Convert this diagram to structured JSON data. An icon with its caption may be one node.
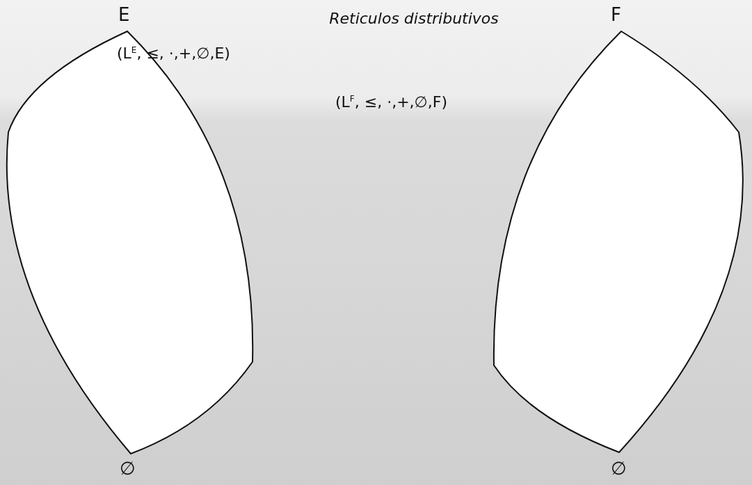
{
  "diagram": {
    "title": "Reticulos distributivos",
    "nodes": [
      {
        "text": [],
        "shape": "lens",
        "beside": [
          "E",
          "∅"
        ]
      },
      {
        "text": [],
        "shape": "lens",
        "beside": [
          "F",
          "∅"
        ]
      }
    ],
    "labels": [
      "(L$^{E}$, ≤, ·,+,∅,E)",
      "(L$^{F}$, ≤, ·,+,∅,F)"
    ]
  }
}
